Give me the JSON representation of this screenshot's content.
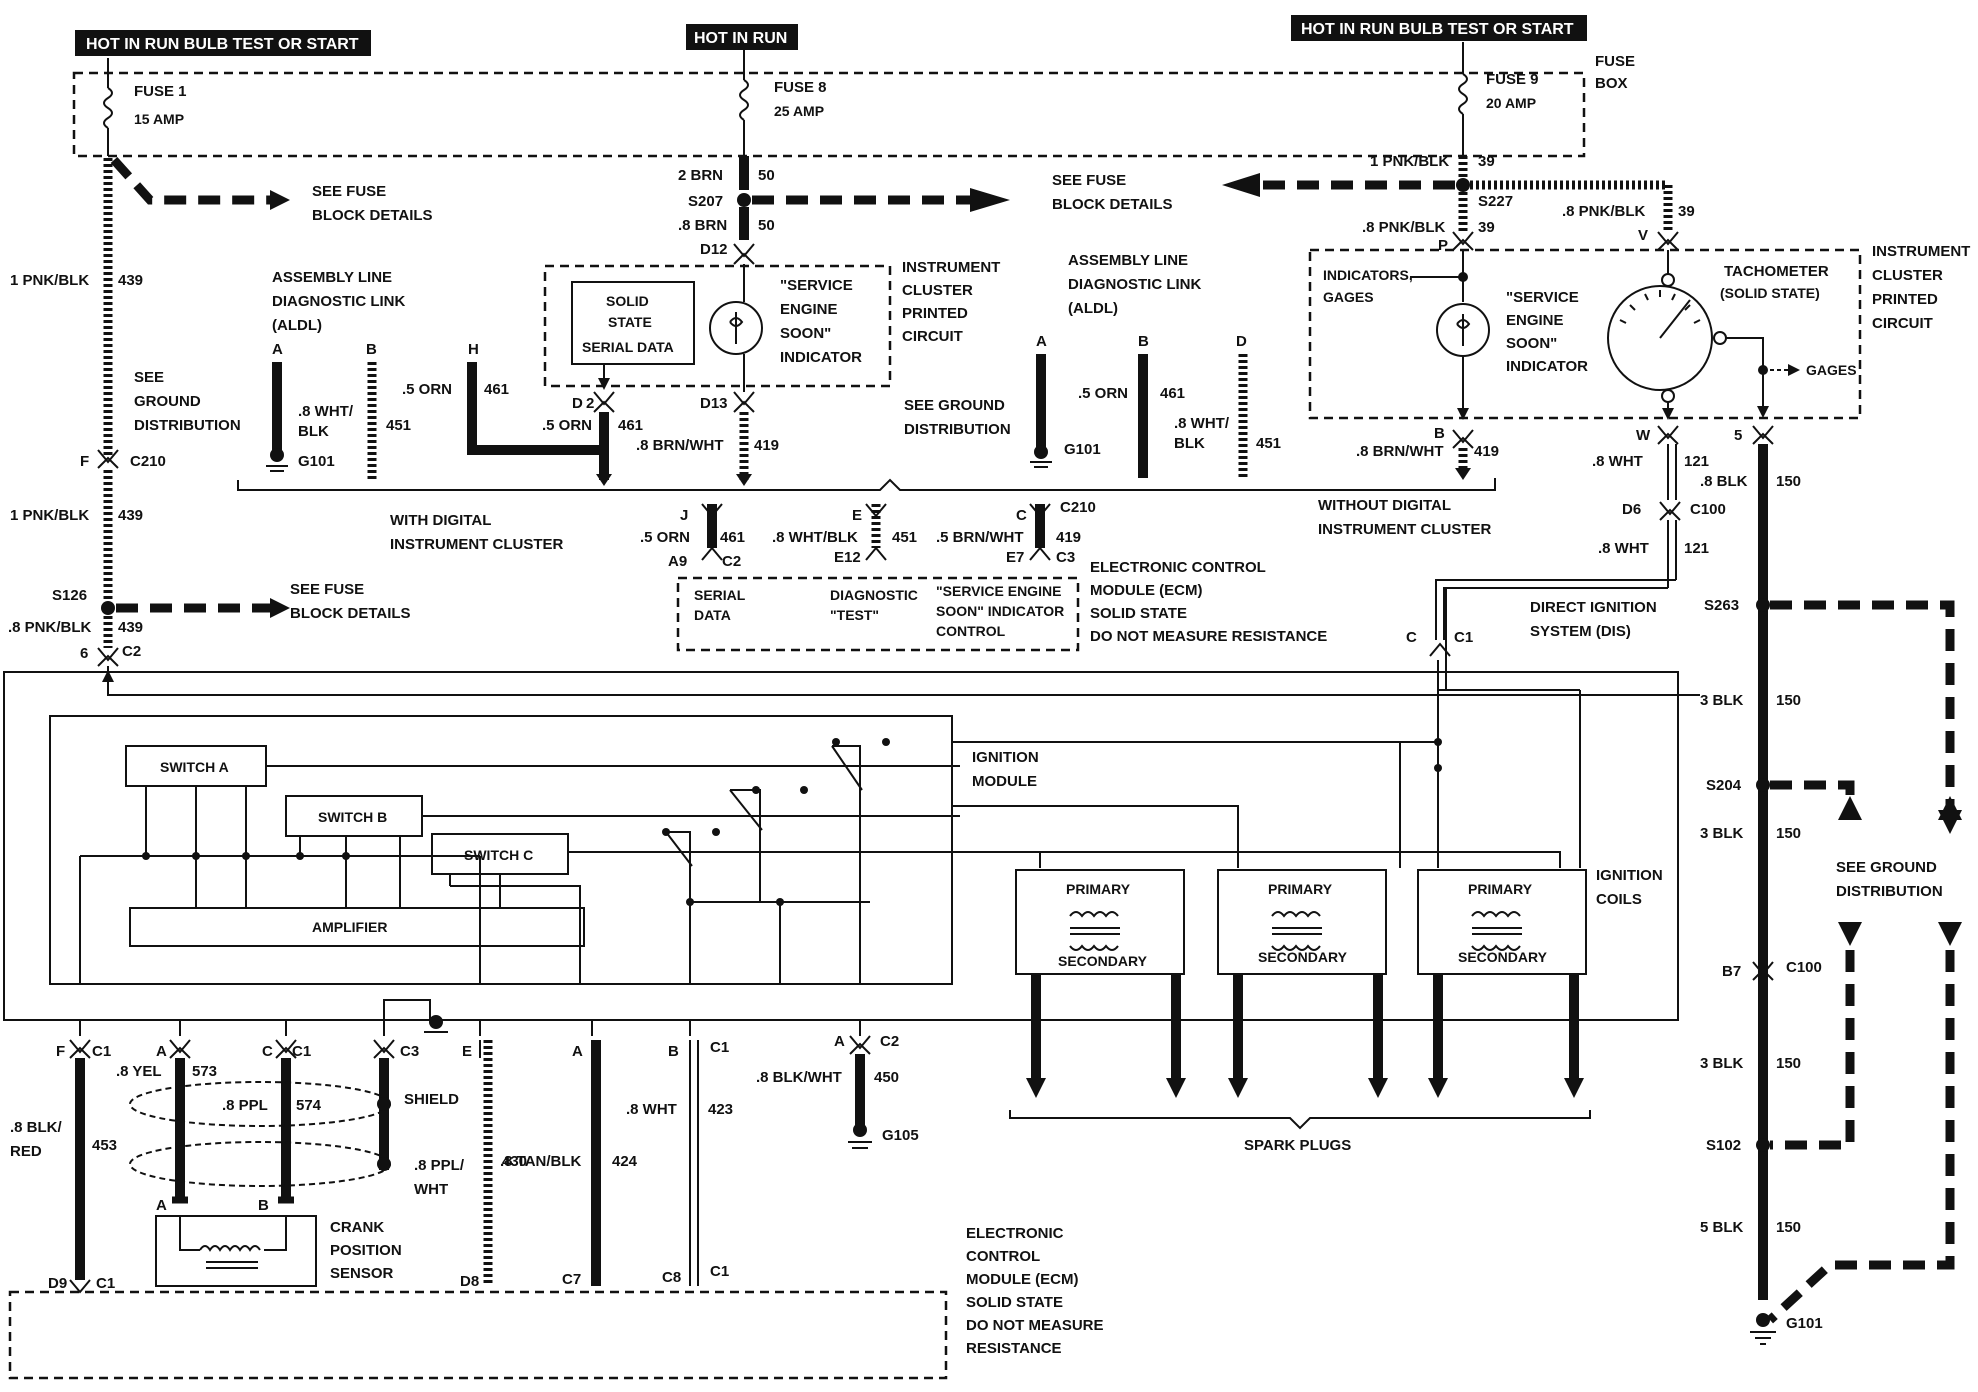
{
  "headers": {
    "left": "HOT IN RUN BULB TEST OR START",
    "center": "HOT IN RUN",
    "right": "HOT IN RUN BULB TEST OR START"
  },
  "fuse_box": {
    "line1": "FUSE",
    "line2": "BOX"
  },
  "fuses": [
    {
      "name": "FUSE 1",
      "rating": "15 AMP"
    },
    {
      "name": "FUSE 8",
      "rating": "25 AMP"
    },
    {
      "name": "FUSE 9",
      "rating": "20 AMP"
    }
  ],
  "see_fuse_block": {
    "line1": "SEE FUSE",
    "line2": "BLOCK DETAILS"
  },
  "see_ground": {
    "line1": "SEE GROUND",
    "line2": "DISTRIBUTION"
  },
  "see_ground_left": {
    "line1": "SEE",
    "line2": "GROUND",
    "line3": "DISTRIBUTION"
  },
  "aldl": {
    "line1": "ASSEMBLY LINE",
    "line2": "DIAGNOSTIC LINK",
    "line3": "(ALDL)"
  },
  "instrument_cluster_circuit": {
    "line1": "INSTRUMENT",
    "line2": "CLUSTER",
    "line3": "PRINTED",
    "line4": "CIRCUIT"
  },
  "ses_indicator": {
    "line1": "\"SERVICE",
    "line2": "ENGINE",
    "line3": "SOON\"",
    "line4": "INDICATOR"
  },
  "solid_state_serial": {
    "line1": "SOLID",
    "line2": "STATE",
    "line3": "SERIAL DATA"
  },
  "tachometer": {
    "line1": "TACHOMETER",
    "line2": "(SOLID STATE)"
  },
  "indicators_gages": {
    "line1": "INDICATORS,",
    "line2": "GAGES"
  },
  "gages": "GAGES",
  "with_digital": {
    "line1": "WITH DIGITAL",
    "line2": "INSTRUMENT CLUSTER"
  },
  "without_digital": {
    "line1": "WITHOUT DIGITAL",
    "line2": "INSTRUMENT CLUSTER"
  },
  "ecm_top": {
    "line1": "ELECTRONIC CONTROL",
    "line2": "MODULE (ECM)",
    "line3": "SOLID STATE",
    "line4": "DO NOT MEASURE RESISTANCE"
  },
  "ecm_box": {
    "serial1": "SERIAL",
    "serial2": "DATA",
    "diag1": "DIAGNOSTIC",
    "diag2": "\"TEST\"",
    "ses1": "\"SERVICE ENGINE",
    "ses2": "SOON\" INDICATOR",
    "ses3": "CONTROL"
  },
  "dis": {
    "line1": "DIRECT IGNITION",
    "line2": "SYSTEM (DIS)"
  },
  "ignition_module": {
    "line1": "IGNITION",
    "line2": "MODULE"
  },
  "ignition_coils": {
    "line1": "IGNITION",
    "line2": "COILS"
  },
  "switches": [
    "SWITCH A",
    "SWITCH B",
    "SWITCH C"
  ],
  "amplifier": "AMPLIFIER",
  "primary": "PRIMARY",
  "secondary": "SECONDARY",
  "spark_plugs": "SPARK PLUGS",
  "crank": {
    "line1": "CRANK",
    "line2": "POSITION",
    "line3": "SENSOR"
  },
  "shield": "SHIELD",
  "ecm_bottom": {
    "line1": "ELECTRONIC",
    "line2": "CONTROL",
    "line3": "MODULE (ECM)",
    "line4": "SOLID STATE",
    "line5": "DO NOT MEASURE",
    "line6": "RESISTANCE"
  },
  "wires": {
    "pnk_blk_1": "1 PNK/BLK",
    "c439": "439",
    "pnk_blk_8": ".8 PNK/BLK",
    "brn_2": "2 BRN",
    "c50": "50",
    "brn_8": ".8 BRN",
    "c39": "39",
    "wht_blk_8": ".8 WHT/",
    "blk": "BLK",
    "c451": "451",
    "orn_5": ".5 ORN",
    "c461": "461",
    "brn_wht_8": ".8 BRN/WHT",
    "c419": "419",
    "wht_blk_8b": ".8 WHT/BLK",
    "brn_wht_5": ".5 BRN/WHT",
    "wht_8": ".8 WHT",
    "c121": "121",
    "blk_8": ".8 BLK",
    "c150": "150",
    "blk_3": "3 BLK",
    "blk_5": "5 BLK",
    "yel_8": ".8 YEL",
    "c573": "573",
    "ppl_8": ".8 PPL",
    "c574": "574",
    "blk_red_8": ".8 BLK/",
    "red": "RED",
    "c453": "453",
    "ppl_wht_8": ".8 PPL/",
    "wht": "WHT",
    "c430": "430",
    "tan_blk_8": ".8 TAN/BLK",
    "c424": "424",
    "c423": "423",
    "blk_wht_8": ".8 BLK/WHT",
    "c450": "450"
  },
  "connectors": {
    "c210": "C210",
    "c2": "C2",
    "c3": "C3",
    "c1": "C1",
    "c100": "C100",
    "s207": "S207",
    "s227": "S227",
    "s126": "S126",
    "s263": "S263",
    "s204": "S204",
    "s102": "S102",
    "g101": "G101",
    "g105": "G105",
    "d12": "D12",
    "d13": "D13",
    "d2": "D2",
    "d6": "D6",
    "d8": "D8",
    "d9": "D9",
    "a9": "A9",
    "e12": "E12",
    "e7": "E7",
    "c7": "C7",
    "c8": "C8",
    "b7": "B7",
    "pA": "A",
    "pB": "B",
    "pC": "C",
    "pD": "D",
    "pE": "E",
    "pF": "F",
    "pH": "H",
    "pJ": "J",
    "pP": "P",
    "pV": "V",
    "pW": "W",
    "p5": "5",
    "p6": "6"
  }
}
